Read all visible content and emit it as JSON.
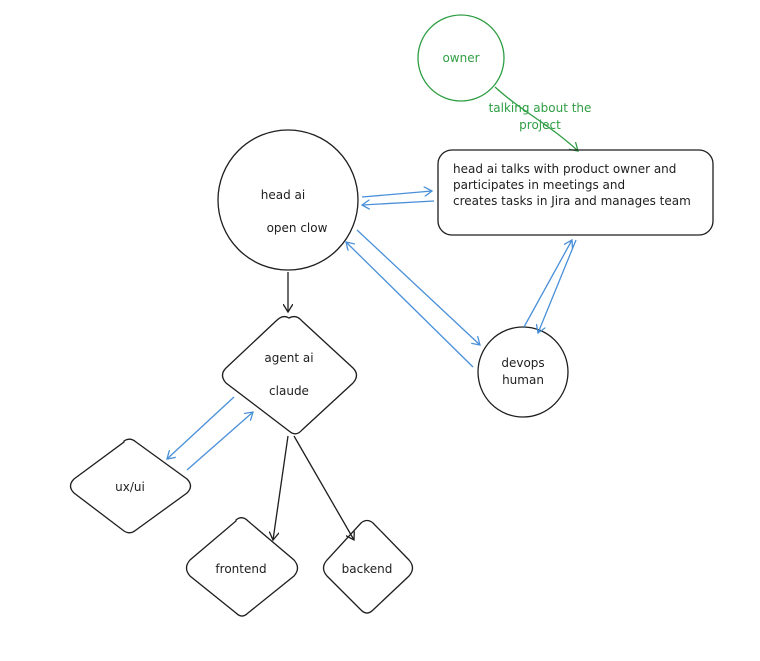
{
  "colors": {
    "ink": "#1e1e1e",
    "owner": "#2f9e44",
    "connector": "#4a90d9"
  },
  "nodes": {
    "owner": {
      "label": "owner"
    },
    "head_ai": {
      "line1": "head ai",
      "line2": "open clow"
    },
    "info_box": {
      "line1": "head ai talks with product owner and",
      "line2": "participates in meetings and",
      "line3": "creates tasks in Jira and manages team"
    },
    "devops": {
      "line1": "devops",
      "line2": "human"
    },
    "agent_ai": {
      "line1": "agent ai",
      "line2": "claude"
    },
    "uxui": {
      "label": "ux/ui"
    },
    "frontend": {
      "label": "frontend"
    },
    "backend": {
      "label": "backend"
    }
  },
  "edges": {
    "owner_to_box": {
      "line1": "talking about the",
      "line2": "project"
    }
  }
}
